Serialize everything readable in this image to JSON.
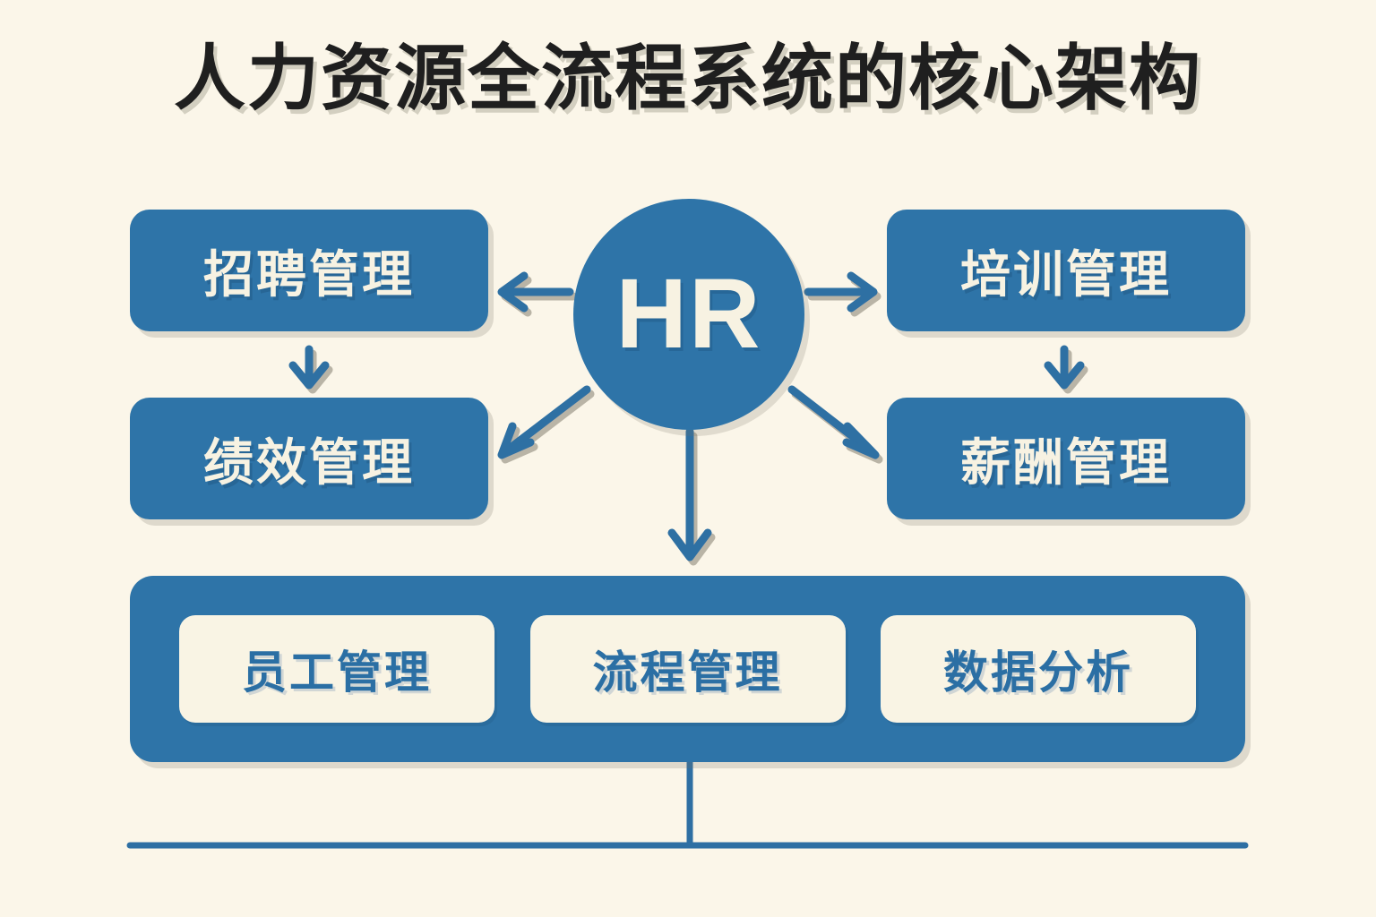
{
  "page": {
    "title": "人力资源全流程系统的核心架构",
    "background_color": "#FBF6E9",
    "accent_color": "#2E74A8",
    "text_on_accent_color": "#F7F2E2"
  },
  "center": {
    "label": "HR",
    "shape": "circle"
  },
  "modules": {
    "left_top": {
      "label": "招聘管理"
    },
    "left_bottom": {
      "label": "绩效管理"
    },
    "right_top": {
      "label": "培训管理"
    },
    "right_bottom": {
      "label": "薪酬管理"
    }
  },
  "platform": {
    "items": [
      {
        "label": "员工管理"
      },
      {
        "label": "流程管理"
      },
      {
        "label": "数据分析"
      }
    ]
  },
  "connectors": {
    "hr_to_left_top": "arrow-left",
    "hr_to_right_top": "arrow-right",
    "hr_to_left_bottom": "arrow-diagonal-down-left",
    "hr_to_right_bottom": "arrow-diagonal-down-right",
    "hr_to_platform": "arrow-down",
    "left_top_to_left_bottom": "arrow-down",
    "right_top_to_right_bottom": "arrow-down",
    "platform_to_baseline": "line-down",
    "baseline": "horizontal-rule"
  }
}
